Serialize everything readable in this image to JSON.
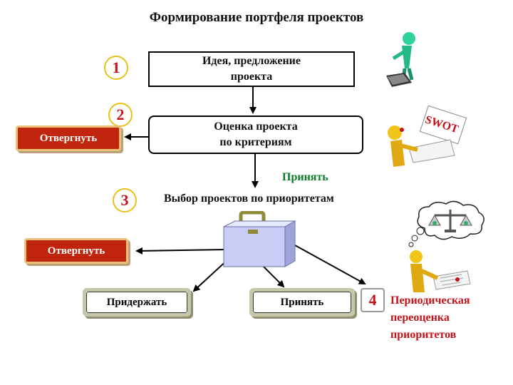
{
  "title": "Формирование портфеля проектов",
  "steps": {
    "step1": {
      "number": "1",
      "label": "Идея, предложение проекта",
      "lines": [
        "Идея, предложение",
        "проекта"
      ]
    },
    "step2": {
      "number": "2",
      "lines": [
        "Оценка проекта",
        "по критериям"
      ]
    },
    "step3": {
      "number": "3",
      "label": "Выбор проектов по приоритетам"
    },
    "step4": {
      "number": "4",
      "lines": [
        "Периодическая",
        "переоценка",
        "приоритетов"
      ]
    }
  },
  "accept_label": "Принять",
  "outcomes": {
    "reject_top": "Отвергнуть",
    "reject_bottom": "Отвергнуть",
    "hold": "Придержать",
    "accept": "Принять"
  },
  "swot_text": "SWOT",
  "colors": {
    "reject_fill": "#c0250e",
    "accent_red": "#c2121a",
    "accept_green": "#0b7a2a",
    "number_ring": "#e8c21a",
    "briefcase": "#c9cdf5"
  },
  "icons": [
    "figure-laptop-icon",
    "figure-swot-icon",
    "briefcase-icon",
    "thought-scales-icon",
    "figure-reading-icon"
  ]
}
